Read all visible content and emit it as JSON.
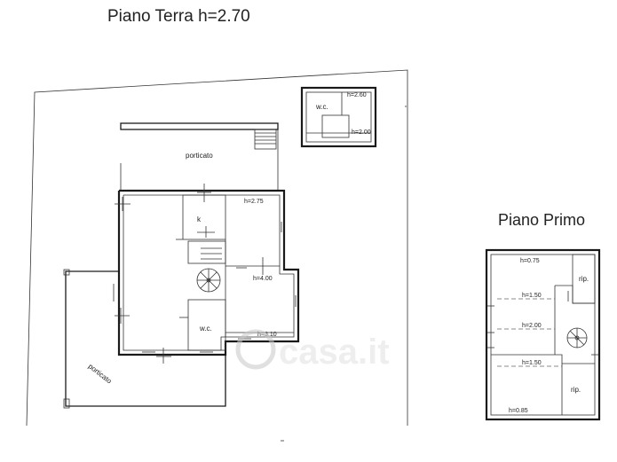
{
  "titles": {
    "ground": "Piano Terra h=2.70",
    "first": "Piano Primo"
  },
  "ground_floor": {
    "porch_top": "porticato",
    "porch_left": "porticato",
    "kitchen": "k",
    "wc": "w.c.",
    "h_275": "h=2.75",
    "h_400": "h=4.00",
    "h_310": "h=3.10",
    "annex_wc": "w.c.",
    "annex_h_260": "h=2.60",
    "annex_h_200": "h=2.00"
  },
  "first_floor": {
    "h_075": "h=0.75",
    "h_150_a": "h=1.50",
    "h_200": "h=2.00",
    "h_150_b": "h=1.50",
    "h_085": "h=0.85",
    "rip_1": "rip.",
    "rip_2": "rip."
  },
  "watermark": "casa.it"
}
